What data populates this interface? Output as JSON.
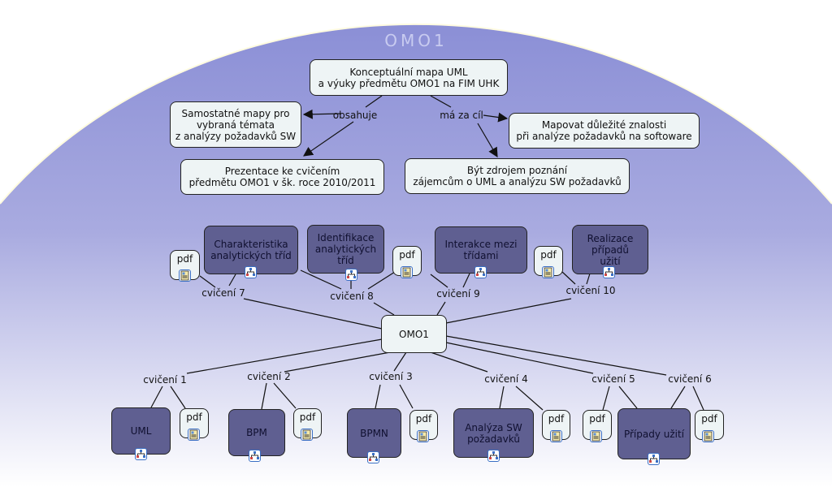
{
  "title": "OMO1",
  "colors": {
    "background_top": "#8b8fd6",
    "background_bottom": "#ffffff",
    "concept_dark": "#5f5f91",
    "concept_light": "#eef4f5"
  },
  "top": {
    "root": "Konceptuální mapa UML\na výuky předmětu OMO1 na FIM UHK",
    "link_left": "obsahuje",
    "link_right": "má za cíl",
    "separate_maps": "Samostatné mapy pro\nvybraná témata\nz analýzy požadavků SW",
    "presentations": "Prezentace ke cvičením\npředmětu OMO1 v šk. roce 2010/2011",
    "map_knowledge": "Mapovat důležité znalosti\npři analýze požadavků na softoware",
    "be_source": "Být zdrojem poznání\nzájemcům o UML a analýzu SW požadavků"
  },
  "center": "OMO1",
  "pdf_label": "pdf",
  "exercises": [
    {
      "label": "cvičení 1",
      "topic": "UML"
    },
    {
      "label": "cvičení 2",
      "topic": "BPM"
    },
    {
      "label": "cvičení 3",
      "topic": "BPMN"
    },
    {
      "label": "cvičení 4",
      "topic": "Analýza SW\npožadavků"
    },
    {
      "label": "cvičení 5",
      "topic": ""
    },
    {
      "label": "cvičení 6",
      "topic": "Případy užití"
    },
    {
      "label": "cvičení 7",
      "topic": "Charakteristika\nanalytických tříd"
    },
    {
      "label": "cvičení 8",
      "topic": "Identifikace\nanalytických\ntříd"
    },
    {
      "label": "cvičení 9",
      "topic": "Interakce mezi\ntřídami"
    },
    {
      "label": "cvičení 10",
      "topic": "Realizace\npřípadů\nužití"
    }
  ],
  "icons": {
    "pdf_resource": "document-image-icon",
    "submap": "concept-map-icon"
  }
}
